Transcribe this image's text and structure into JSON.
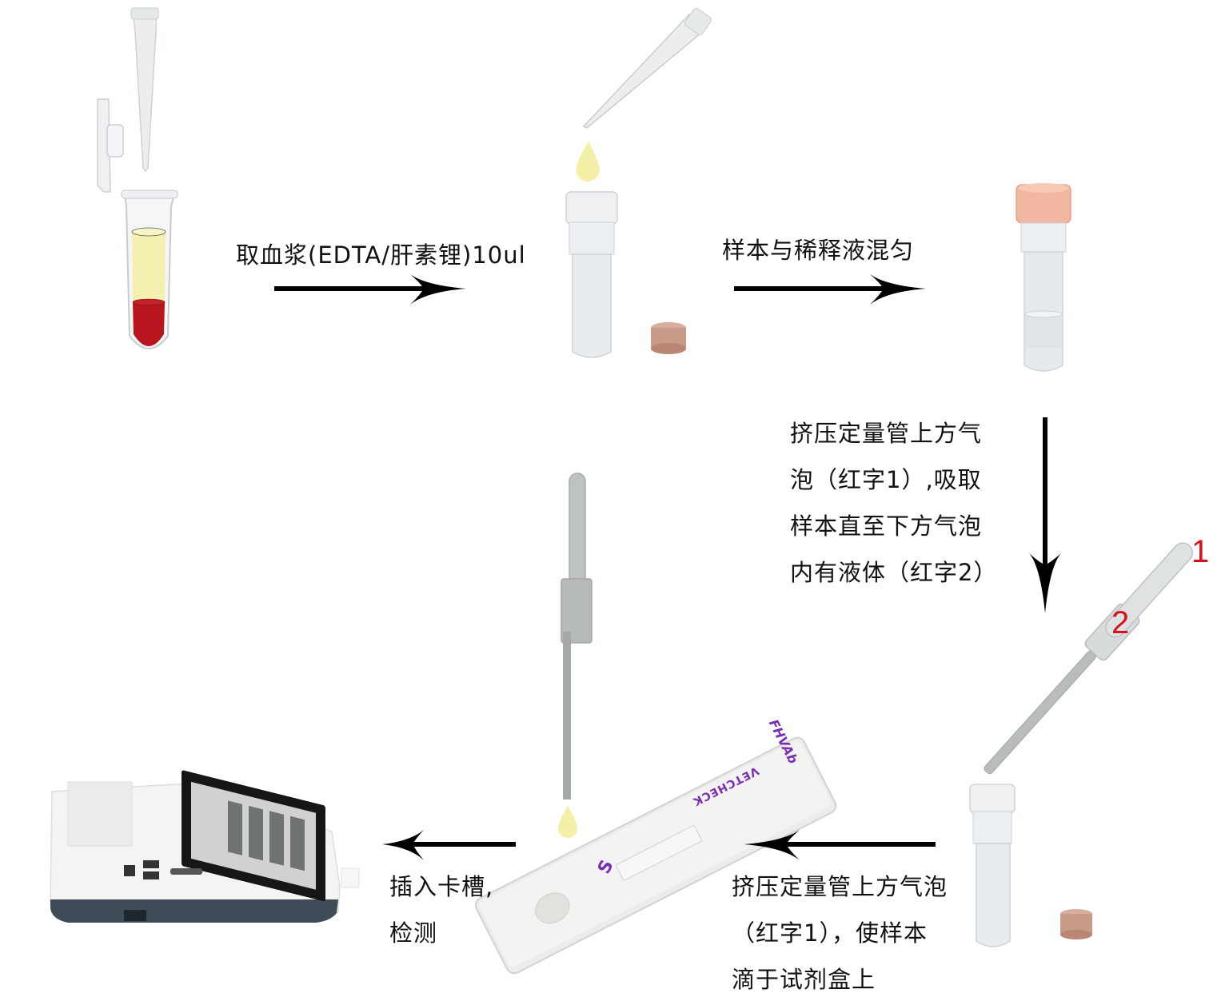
{
  "steps": [
    {
      "id": 1,
      "label": "取血浆(EDTA/肝素锂)10ul",
      "direction": "right"
    },
    {
      "id": 2,
      "label": "样本与稀释液混匀",
      "direction": "right"
    },
    {
      "id": 3,
      "lines": [
        "挤压定量管上方气",
        "泡（红字1）,吸取",
        "样本直至下方气泡",
        "内有液体（红字2）"
      ],
      "direction": "down"
    },
    {
      "id": 4,
      "lines": [
        "挤压定量管上方气泡",
        "（红字1），使样本",
        "滴于试剂盒上"
      ],
      "direction": "left"
    },
    {
      "id": 5,
      "lines": [
        "插入卡槽,",
        "检测"
      ],
      "direction": "left"
    }
  ],
  "pipette_markers": {
    "top": "1",
    "bottom": "2",
    "color": "#d4121b"
  },
  "test_cassette": {
    "brand": "VETCHECK",
    "product": "FHVAb",
    "sample_well": "S",
    "accent": "#7a2fb5"
  },
  "colors": {
    "plasma": "#f4f0b0",
    "blood": "#b8151f",
    "drop": "#f5f0a8",
    "cap_brown": "#c89a88",
    "cap_pink": "#f2b7a1",
    "arrow": "#000000"
  }
}
